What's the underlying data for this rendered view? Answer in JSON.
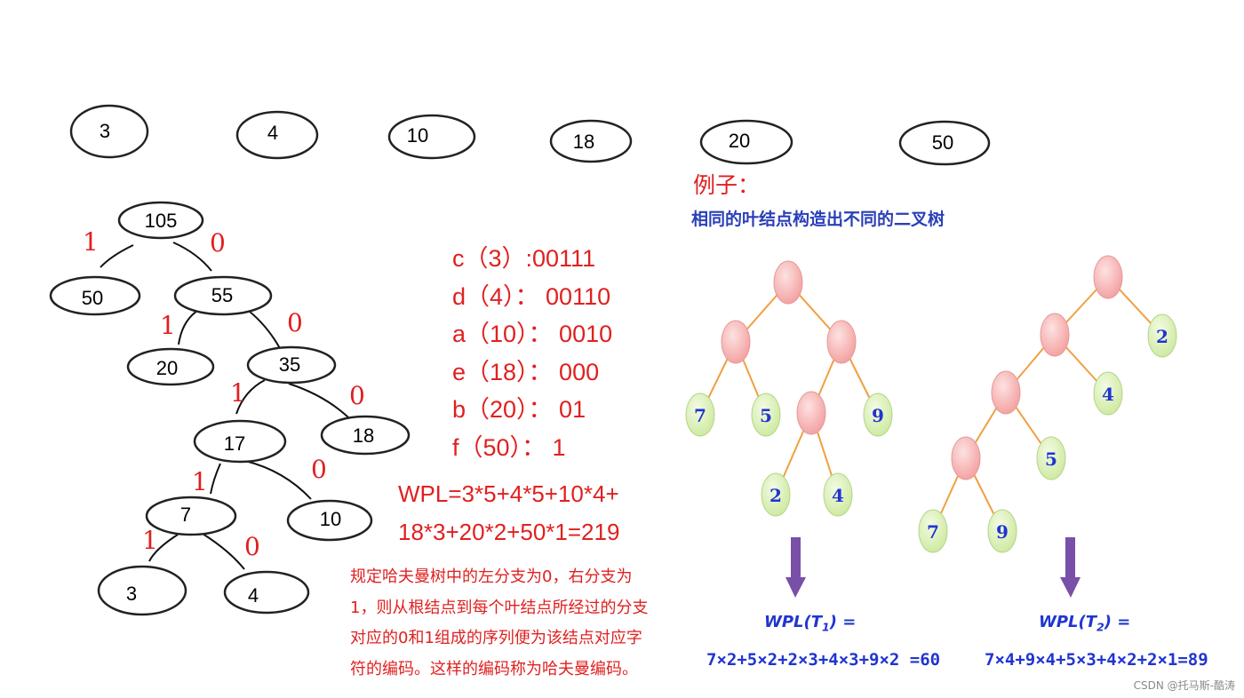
{
  "weights": [
    "3",
    "4",
    "10",
    "18",
    "20",
    "50"
  ],
  "huffman_tree": {
    "nodes": [
      "105",
      "50",
      "55",
      "20",
      "35",
      "17",
      "18",
      "7",
      "10",
      "3",
      "4"
    ],
    "edge_labels": [
      "1",
      "0",
      "1",
      "0",
      "1",
      "0",
      "1",
      "0",
      "1",
      "0"
    ]
  },
  "codes": [
    "c（3）:00111",
    "d（4）： 00110",
    "a（10）： 0010",
    "e（18）： 000",
    "b（20）： 01",
    "f（50）： 1"
  ],
  "wpl_left": [
    "WPL=3*5+4*5+10*4+",
    "18*3+20*2+50*1=219"
  ],
  "note": [
    "规定哈夫曼树中的左分支为0，右分支为",
    "1，则从根结点到每个叶结点所经过的分支",
    "对应的0和1组成的序列便为该结点对应字",
    "符的编码。这样的编码称为哈夫曼编码。"
  ],
  "example": {
    "title": "例子：",
    "subtitle": "相同的叶结点构造出不同的二叉树",
    "tree1_leaves": [
      "7",
      "5",
      "9",
      "2",
      "4"
    ],
    "tree2_leaves": [
      "2",
      "4",
      "5",
      "7",
      "9"
    ],
    "wpl1_label_prefix": "WPL(T",
    "wpl1_label_sub": "1",
    "wpl1_label_suffix": ") =",
    "wpl1_expr": "7×2+5×2+2×3+4×3+9×2 =60",
    "wpl2_label_prefix": "WPL(T",
    "wpl2_label_sub": "2",
    "wpl2_label_suffix": ") =",
    "wpl2_expr": "7×4+9×4+5×3+4×2+2×1=89"
  },
  "colors": {
    "red_text": "#e02020",
    "blue_text": "#2035d0",
    "orange_edge": "#f0a040",
    "pink_node": "#f6b0b0",
    "green_node": "#d8f0b0",
    "purple_arrow": "#7a4fa8"
  },
  "watermark": "CSDN @托马斯-酷涛"
}
